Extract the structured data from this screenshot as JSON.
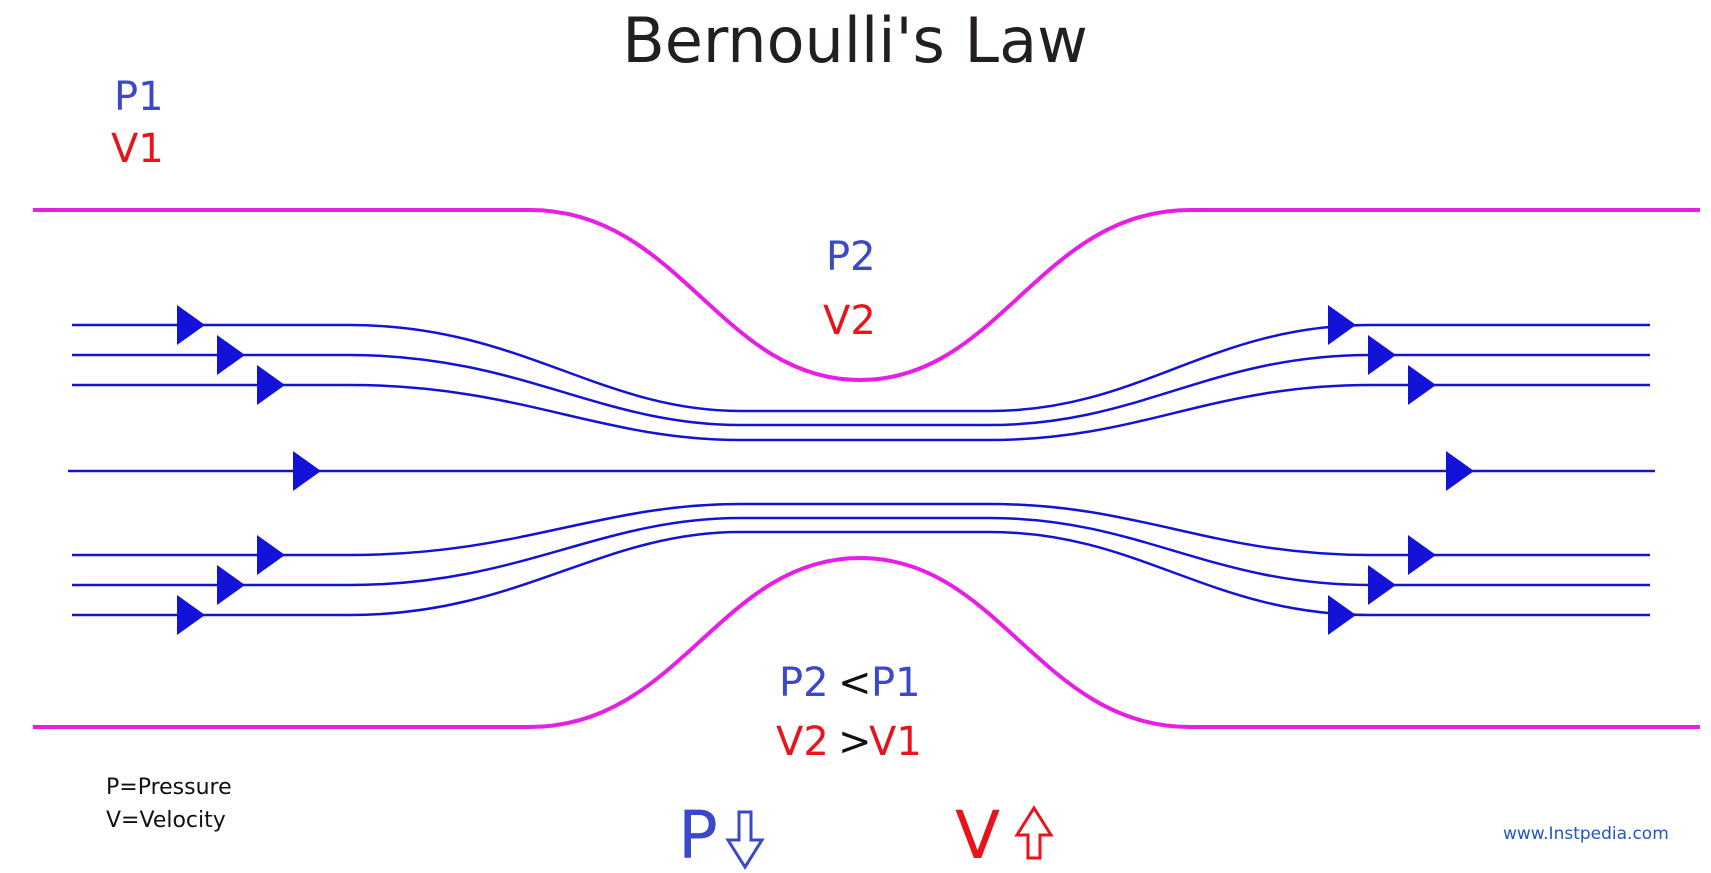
{
  "title": "Bernoulli's Law",
  "inlet": {
    "pressure": "P1",
    "velocity": "V1"
  },
  "throat": {
    "pressure": "P2",
    "velocity": "V2"
  },
  "relations": {
    "pressure": {
      "left": "P2",
      "op": "<",
      "right": "P1"
    },
    "velocity": {
      "left": "V2",
      "op": ">",
      "right": "V1"
    }
  },
  "legend": {
    "pressure": "P=Pressure",
    "velocity": "V=Velocity"
  },
  "summary": {
    "pressure_symbol": "P",
    "velocity_symbol": "V"
  },
  "website": "www.Instpedia.com",
  "colors": {
    "pressure": "#3b48c8",
    "velocity": "#e8141b",
    "wall": "#e61ee6",
    "streamline": "#1212d8"
  },
  "icons": {
    "pressure_trend": "down-arrow-icon",
    "velocity_trend": "up-arrow-icon"
  }
}
